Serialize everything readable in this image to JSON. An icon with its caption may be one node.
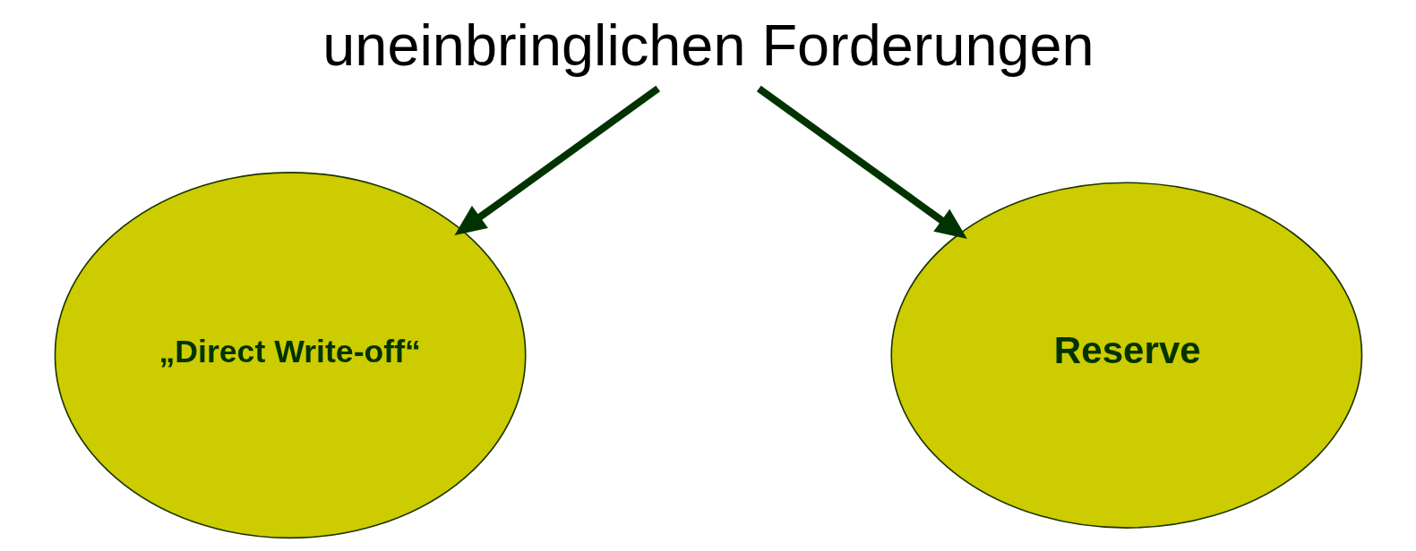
{
  "diagram": {
    "nodes": [
      {
        "text": [
          "uneinbringlichen Forderungen"
        ]
      },
      {
        "text": [
          "„Direct Write-off“"
        ]
      },
      {
        "text": [
          "Reserve"
        ]
      }
    ],
    "edges": [
      {
        "from": 0,
        "to": 1,
        "arrow": "to"
      },
      {
        "from": 0,
        "to": 2,
        "arrow": "to"
      }
    ]
  }
}
